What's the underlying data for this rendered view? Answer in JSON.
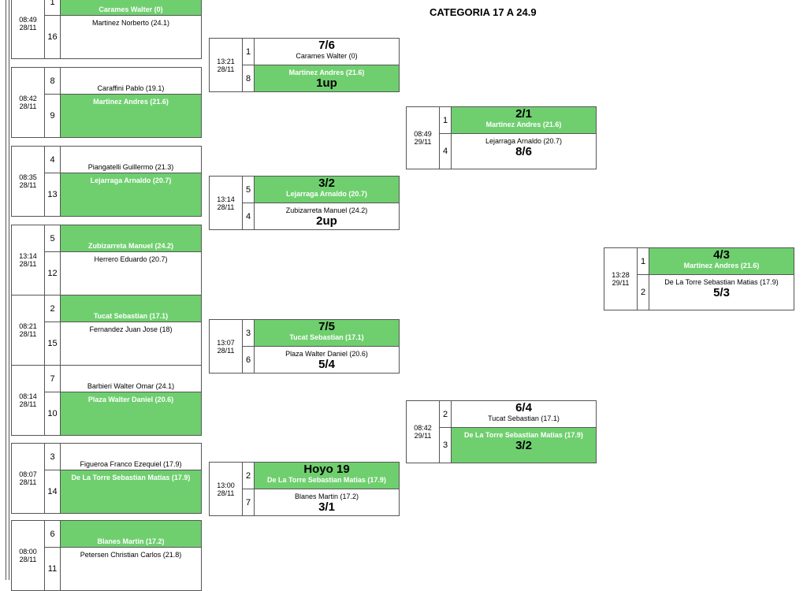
{
  "title": "CATEGORIA 17 A 24.9",
  "round1": [
    {
      "time": "08:49",
      "date": "28/11",
      "seed1": "1",
      "p1": "Carames Walter (0)",
      "seed2": "16",
      "p2": "Martinez Norberto (24.1)",
      "winner": 1
    },
    {
      "time": "08:42",
      "date": "28/11",
      "seed1": "8",
      "p1": "Caraffini Pablo (19.1)",
      "seed2": "9",
      "p2": "Martinez Andres (21.6)",
      "winner": 2
    },
    {
      "time": "08:35",
      "date": "28/11",
      "seed1": "4",
      "p1": "Piangatelli Guillermo (21.3)",
      "seed2": "13",
      "p2": "Lejarraga Arnaldo (20.7)",
      "winner": 2
    },
    {
      "time": "13:14",
      "date": "28/11",
      "seed1": "5",
      "p1": "Zubizarreta Manuel (24.2)",
      "seed2": "12",
      "p2": "Herrero Eduardo (20.7)",
      "winner": 1
    },
    {
      "time": "08:21",
      "date": "28/11",
      "seed1": "2",
      "p1": "Tucat Sebastian (17.1)",
      "seed2": "15",
      "p2": "Fernandez Juan Jose (18)",
      "winner": 1
    },
    {
      "time": "08:14",
      "date": "28/11",
      "seed1": "7",
      "p1": "Barbieri Walter Omar (24.1)",
      "seed2": "10",
      "p2": "Plaza Walter Daniel (20.6)",
      "winner": 2
    },
    {
      "time": "08:07",
      "date": "28/11",
      "seed1": "3",
      "p1": "Figueroa Franco Ezequiel (17.9)",
      "seed2": "14",
      "p2": "De La Torre Sebastian Matias (17.9)",
      "winner": 2
    },
    {
      "time": "08:00",
      "date": "28/11",
      "seed1": "6",
      "p1": "Blanes Martin (17.2)",
      "seed2": "11",
      "p2": "Petersen Christian Carlos (21.8)",
      "winner": 1
    }
  ],
  "round2": [
    {
      "time": "13:21",
      "date": "28/11",
      "seed1": "1",
      "p1": "Carames Walter (0)",
      "score1": "7/6",
      "seed2": "8",
      "p2": "Martinez Andres (21.6)",
      "score2": "1up",
      "winner": 2
    },
    {
      "time": "13:14",
      "date": "28/11",
      "seed1": "5",
      "p1": "Lejarraga Arnaldo (20.7)",
      "score1": "3/2",
      "seed2": "4",
      "p2": "Zubizarreta Manuel (24.2)",
      "score2": "2up",
      "winner": 1
    },
    {
      "time": "13:07",
      "date": "28/11",
      "seed1": "3",
      "p1": "Tucat Sebastian (17.1)",
      "score1": "7/5",
      "seed2": "6",
      "p2": "Plaza Walter Daniel (20.6)",
      "score2": "5/4",
      "winner": 1
    },
    {
      "time": "13:00",
      "date": "28/11",
      "seed1": "2",
      "p1": "De La Torre Sebastian Matias (17.9)",
      "score1": "Hoyo 19",
      "seed2": "7",
      "p2": "Blanes Martin (17.2)",
      "score2": "3/1",
      "winner": 1
    }
  ],
  "round3": [
    {
      "time": "08:49",
      "date": "29/11",
      "seed1": "1",
      "p1": "Martinez Andres (21.6)",
      "score1": "2/1",
      "seed2": "4",
      "p2": "Lejarraga Arnaldo (20.7)",
      "score2": "8/6",
      "winner": 1
    },
    {
      "time": "08:42",
      "date": "29/11",
      "seed1": "2",
      "p1": "Tucat Sebastian (17.1)",
      "score1": "6/4",
      "seed2": "3",
      "p2": "De La Torre Sebastian Matias (17.9)",
      "score2": "3/2",
      "winner": 2
    }
  ],
  "final": [
    {
      "time": "13:28",
      "date": "29/11",
      "seed1": "1",
      "p1": "Martinez Andres (21.6)",
      "score1": "4/3",
      "seed2": "2",
      "p2": "De La Torre Sebastian Matias (17.9)",
      "score2": "5/3",
      "winner": 1
    }
  ]
}
